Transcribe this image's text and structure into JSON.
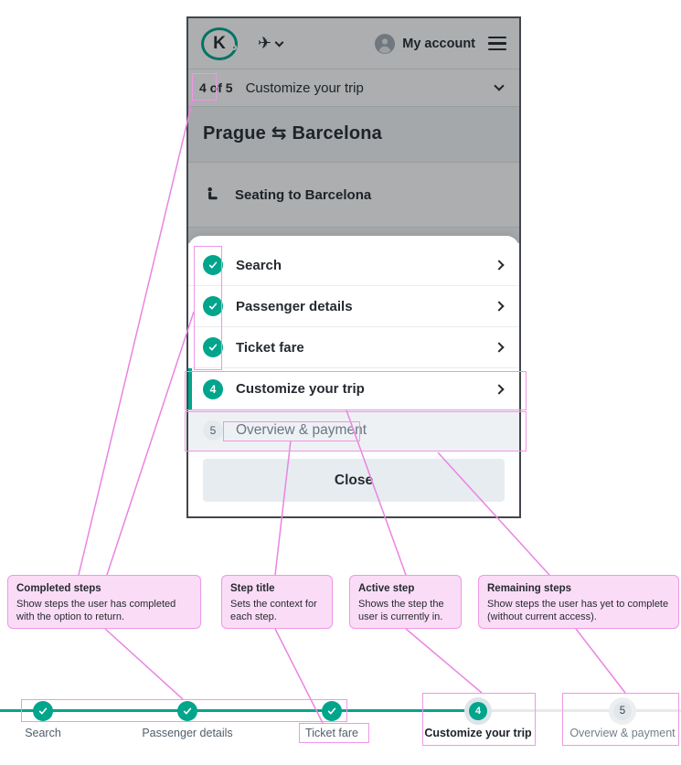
{
  "phone": {
    "header": {
      "logo_letter": "K",
      "account_label": "My account"
    },
    "step_indicator": {
      "progress": "4 of 5",
      "title": "Customize your trip"
    },
    "trip_title": "Prague ⇆ Barcelona",
    "seating_label": "Seating to Barcelona",
    "steps": [
      {
        "label": "Search",
        "state": "completed"
      },
      {
        "label": "Passenger details",
        "state": "completed"
      },
      {
        "label": "Ticket fare",
        "state": "completed"
      },
      {
        "label": "Customize your trip",
        "state": "active",
        "number": "4"
      },
      {
        "label": "Overview & payment",
        "state": "future",
        "number": "5"
      }
    ],
    "close_label": "Close"
  },
  "annotations": [
    {
      "title": "Completed steps",
      "body": "Show steps the user has completed with the option to return."
    },
    {
      "title": "Step title",
      "body": "Sets the context for each step."
    },
    {
      "title": "Active step",
      "body": "Shows the step the user is currently in."
    },
    {
      "title": "Remaining steps",
      "body": "Show steps the user has yet to complete (without current access)."
    }
  ],
  "stepper": {
    "steps": [
      {
        "label": "Search",
        "state": "completed"
      },
      {
        "label": "Passenger details",
        "state": "completed"
      },
      {
        "label": "Ticket fare",
        "state": "completed"
      },
      {
        "label": "Customize your trip",
        "state": "active",
        "number": "4"
      },
      {
        "label": "Overview & payment",
        "state": "future",
        "number": "5"
      }
    ]
  },
  "icons": {
    "logo": "kiwi-k-circle",
    "transport": "airplane",
    "account": "avatar",
    "menu": "hamburger",
    "completed": "checkmark",
    "row_arrow": "chevron-right",
    "seating": "seat"
  },
  "colors": {
    "accent_teal": "#00a58c",
    "ink": "#252a31",
    "muted_text": "#697784",
    "annotation_pink_border": "#ef97e7",
    "annotation_pink_fill": "#fbdcf6",
    "future_row_bg": "#eef1f4",
    "close_bg": "#e7ecf0"
  }
}
